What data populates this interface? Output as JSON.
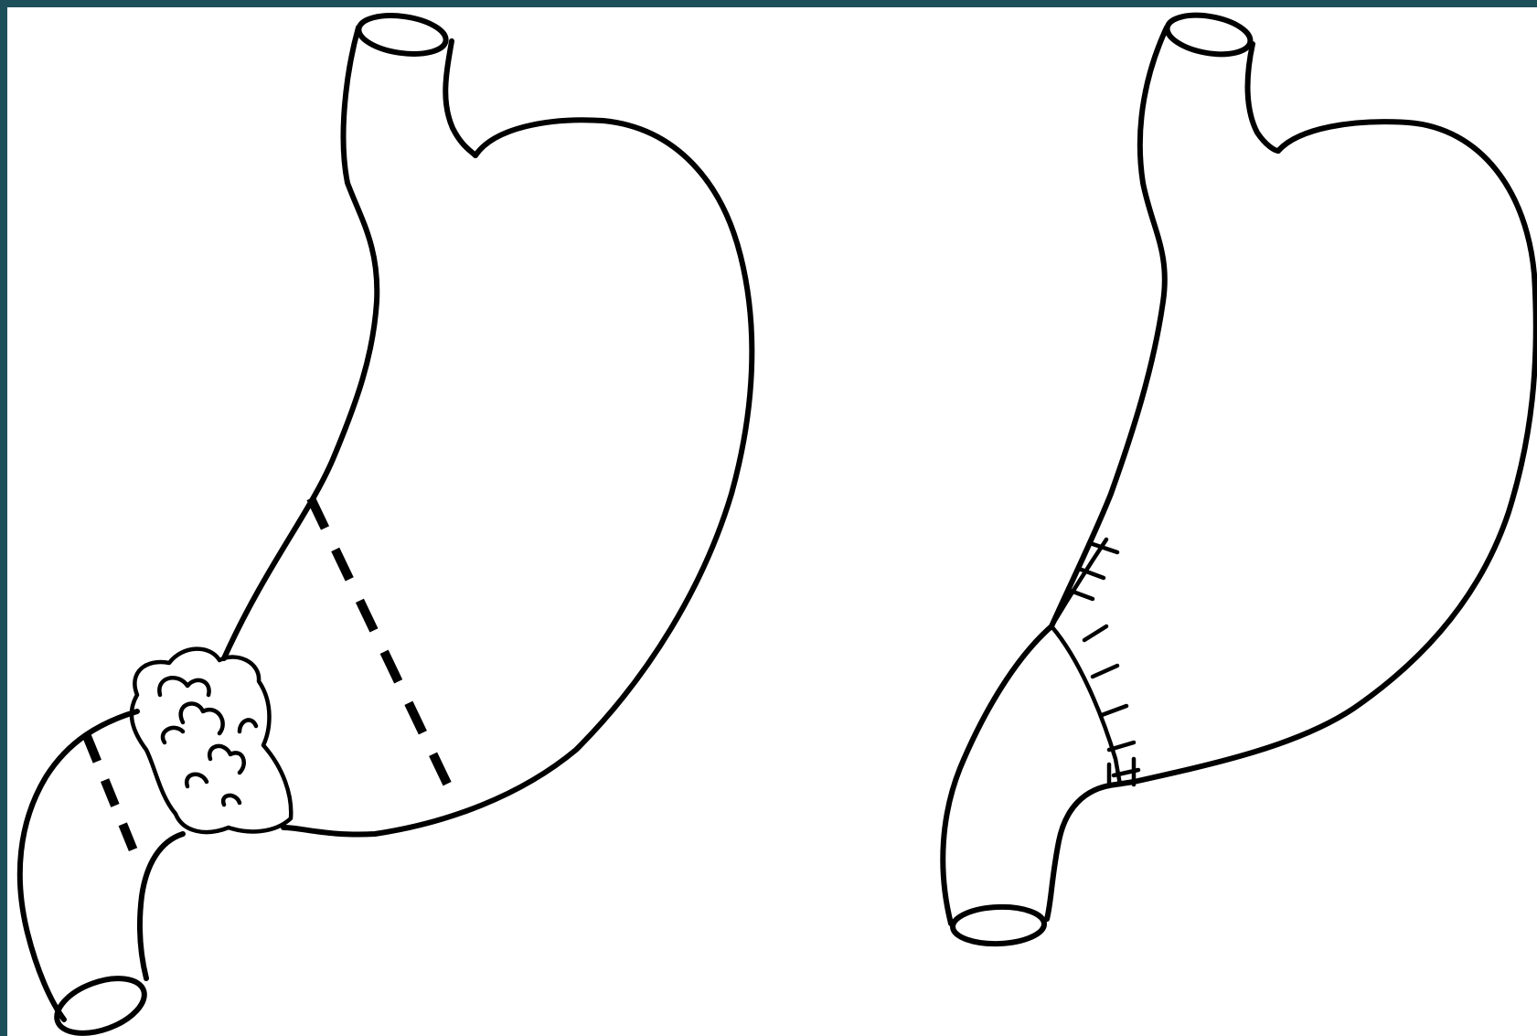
{
  "figure": {
    "panels": [
      {
        "name": "before-resection",
        "features": [
          "esophagus",
          "stomach",
          "duodenum",
          "tumor-mass",
          "resection-lines"
        ]
      },
      {
        "name": "after-resection",
        "features": [
          "esophagus",
          "stomach",
          "duodenum",
          "suture-line"
        ]
      }
    ],
    "colors": {
      "background_border": "#1d4f5a",
      "canvas": "#ffffff",
      "ink": "#000000"
    }
  }
}
